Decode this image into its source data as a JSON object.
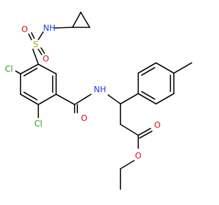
{
  "molecule": {
    "atom_labels": {
      "s": "S",
      "o_sulfonyl_top": "O",
      "o_sulfonyl_bottom": "O",
      "nh_sulfonamide": "NH",
      "cl_upper": "Cl",
      "cl_lower": "Cl",
      "o_amide": "O",
      "nh_amide": "NH",
      "o_ester_carbonyl": "O",
      "o_ester": "O"
    },
    "colors": {
      "bond": "#000000",
      "sulfur": "#b3a600",
      "oxygen": "#e8001c",
      "nitrogen": "#1f3bd6",
      "chlorine": "#1f9e1f",
      "background": "#ffffff"
    }
  }
}
